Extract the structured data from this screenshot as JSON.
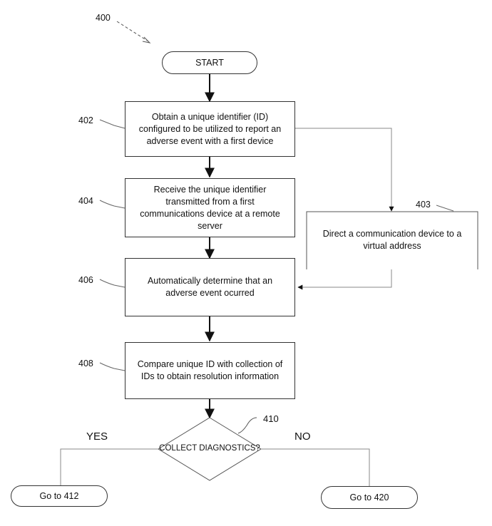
{
  "figure_ref": "400",
  "start": {
    "label": "START"
  },
  "steps": [
    {
      "ref": "402",
      "text": "Obtain a unique identifier (ID) configured to be utilized to report an adverse event with a first device"
    },
    {
      "ref": "404",
      "text": "Receive the unique identifier transmitted from a first communications device at a remote server"
    },
    {
      "ref": "406",
      "text": "Automatically determine that an adverse event ocurred"
    },
    {
      "ref": "408",
      "text": "Compare unique ID with collection of IDs to obtain resolution information"
    }
  ],
  "side_step": {
    "ref": "403",
    "text": "Direct a communication device to a virtual address"
  },
  "decision": {
    "ref": "410",
    "text": "COLLECT DIAGNOSTICS?",
    "yes_label": "YES",
    "no_label": "NO"
  },
  "outcomes": {
    "yes": "Go to 412",
    "no": "Go to 420"
  }
}
